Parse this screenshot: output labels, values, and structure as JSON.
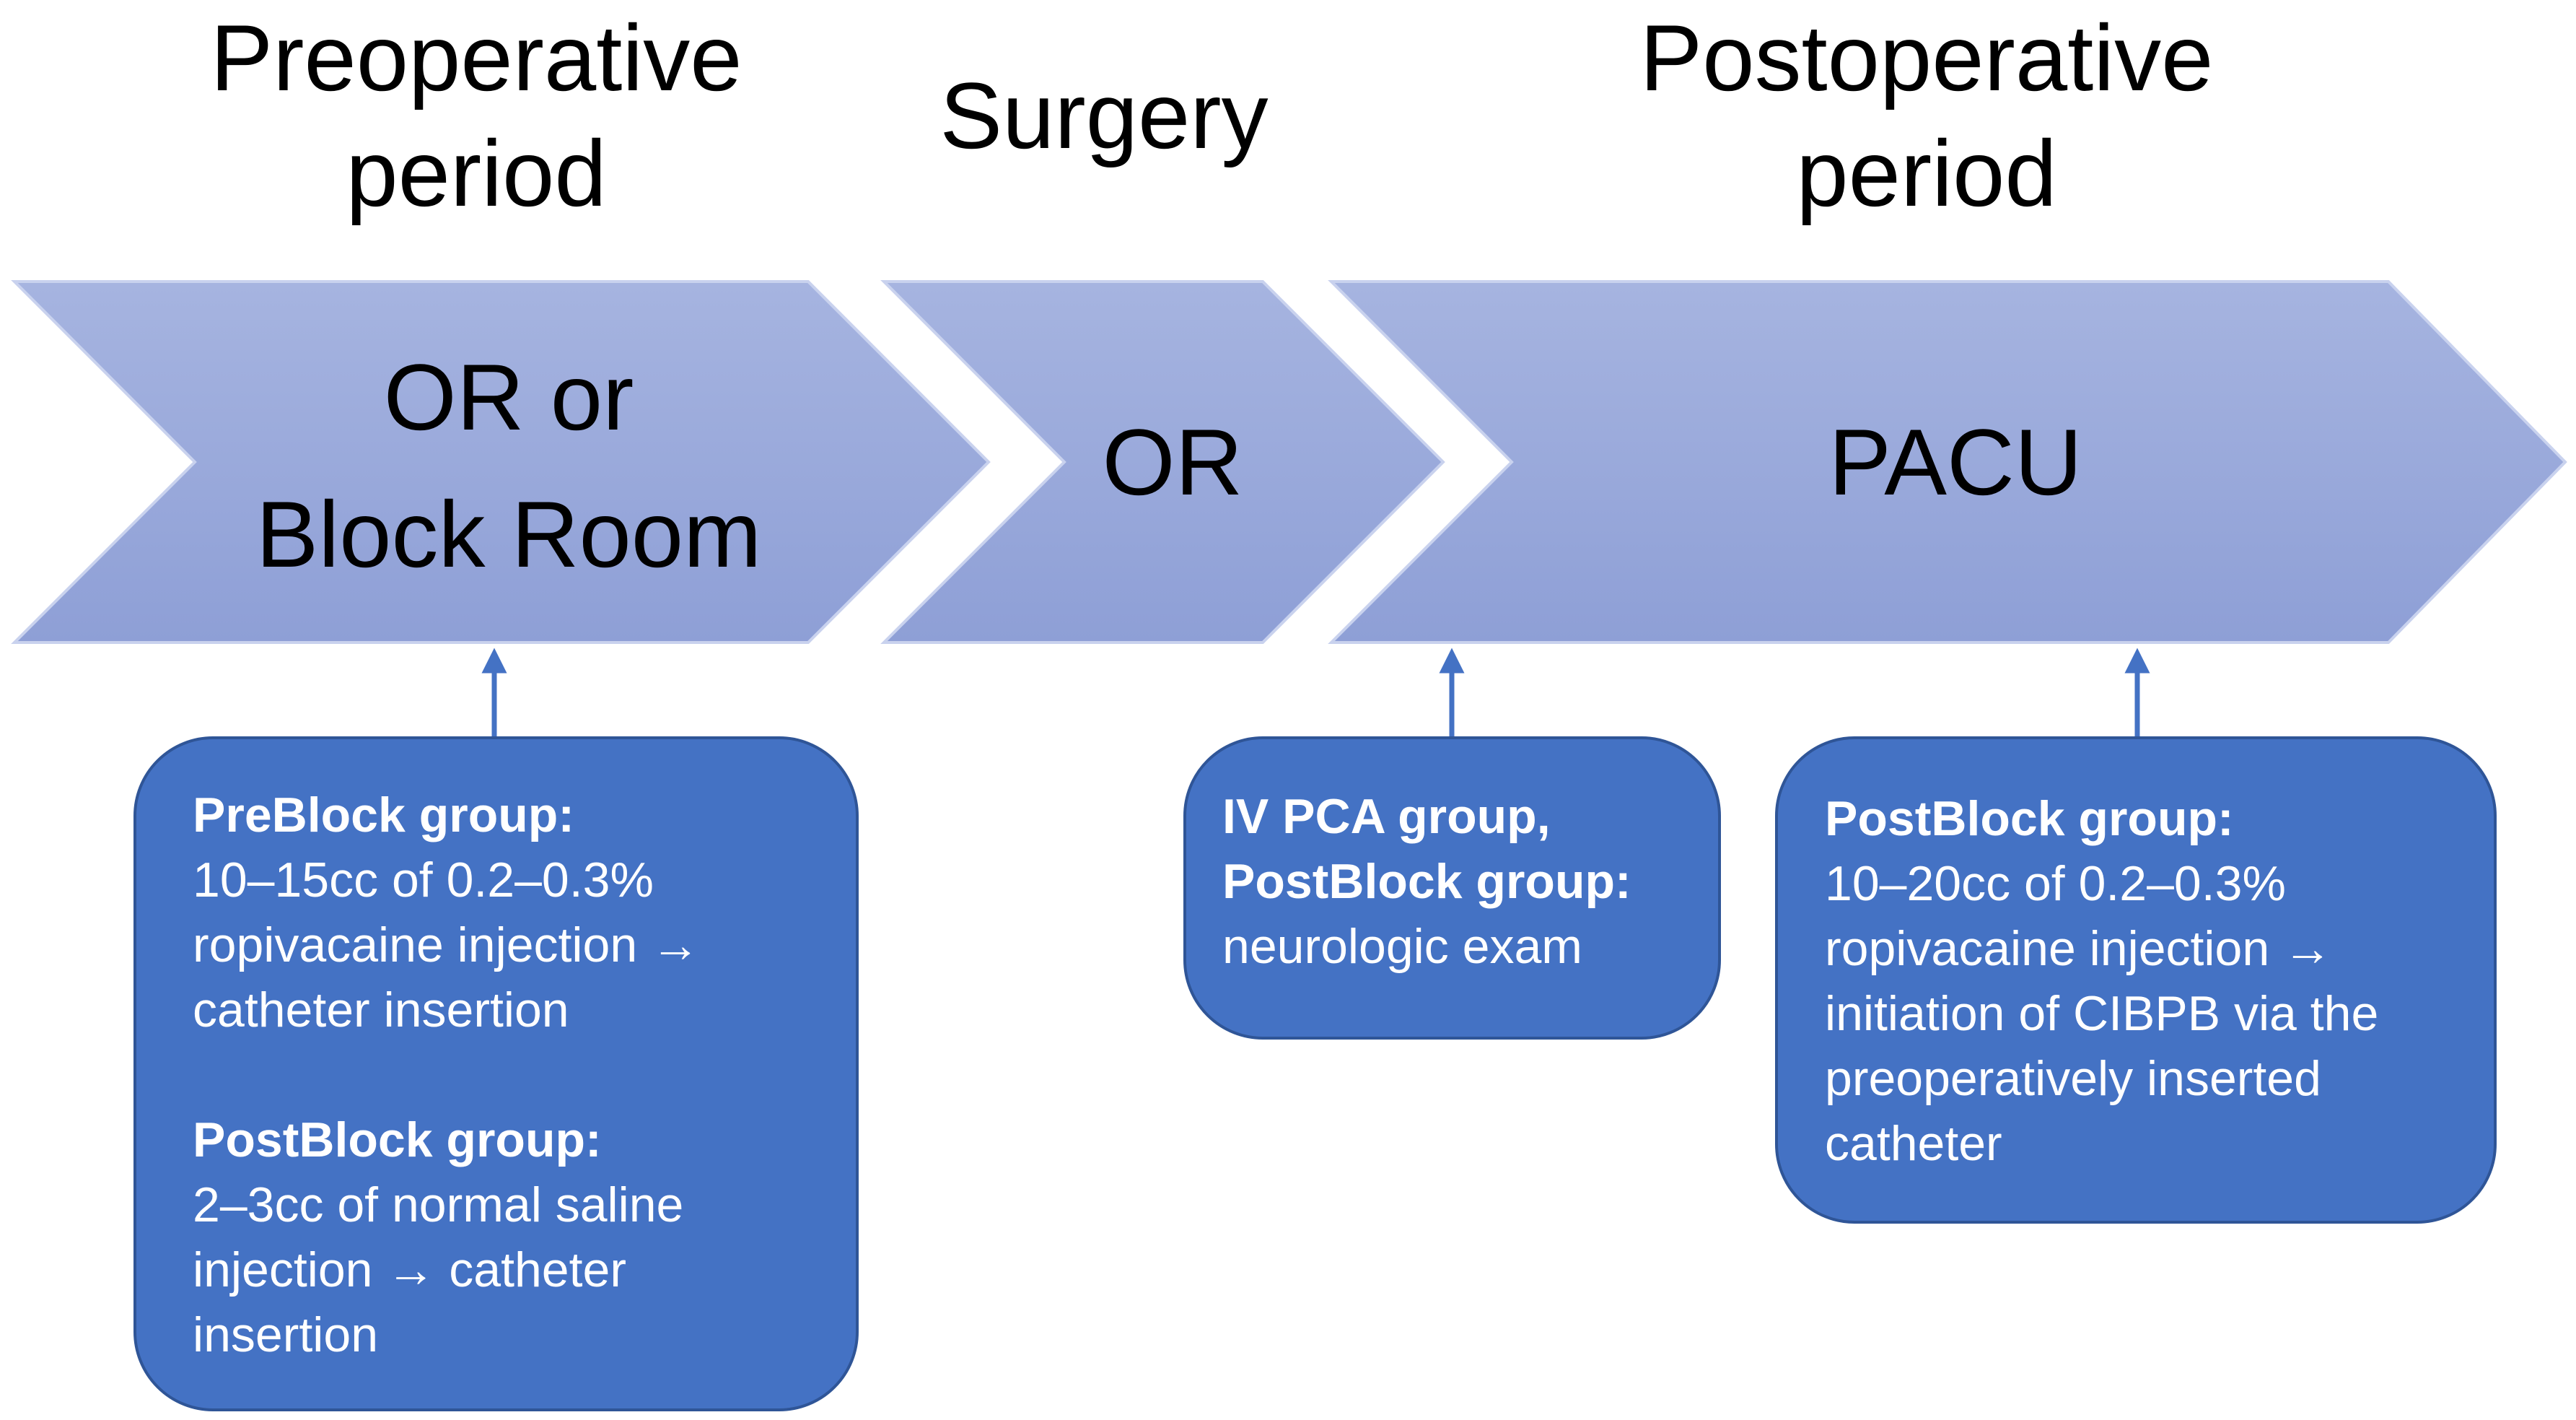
{
  "colors": {
    "arrow_fill_top": "#a6b4e0",
    "arrow_fill_bottom": "#8e9fd6",
    "box_fill": "#4472c4",
    "box_border": "#2f5597",
    "connector": "#4472c4",
    "text_dark": "#000000",
    "text_light": "#ffffff"
  },
  "phases": {
    "preoperative": "Preoperative\nperiod",
    "surgery": "Surgery",
    "postoperative": "Postoperative\nperiod"
  },
  "locations": {
    "block_room": "OR or\nBlock Room",
    "or": "OR",
    "pacu": "PACU"
  },
  "notes": {
    "pre": {
      "group1_title": "PreBlock group:",
      "group1_text": "10–15cc of 0.2–0.3%\nropivacaine injection →\ncatheter insertion",
      "group2_title": "PostBlock group:",
      "group2_text": "2–3cc of normal saline\ninjection → catheter\ninsertion"
    },
    "or": {
      "title": "IV PCA group,\nPostBlock group:",
      "text": "neurologic exam"
    },
    "post": {
      "title": "PostBlock group:",
      "text": "10–20cc of 0.2–0.3%\nropivacaine injection →\ninitiation of CIBPB via the\npreoperatively inserted\ncatheter"
    }
  }
}
